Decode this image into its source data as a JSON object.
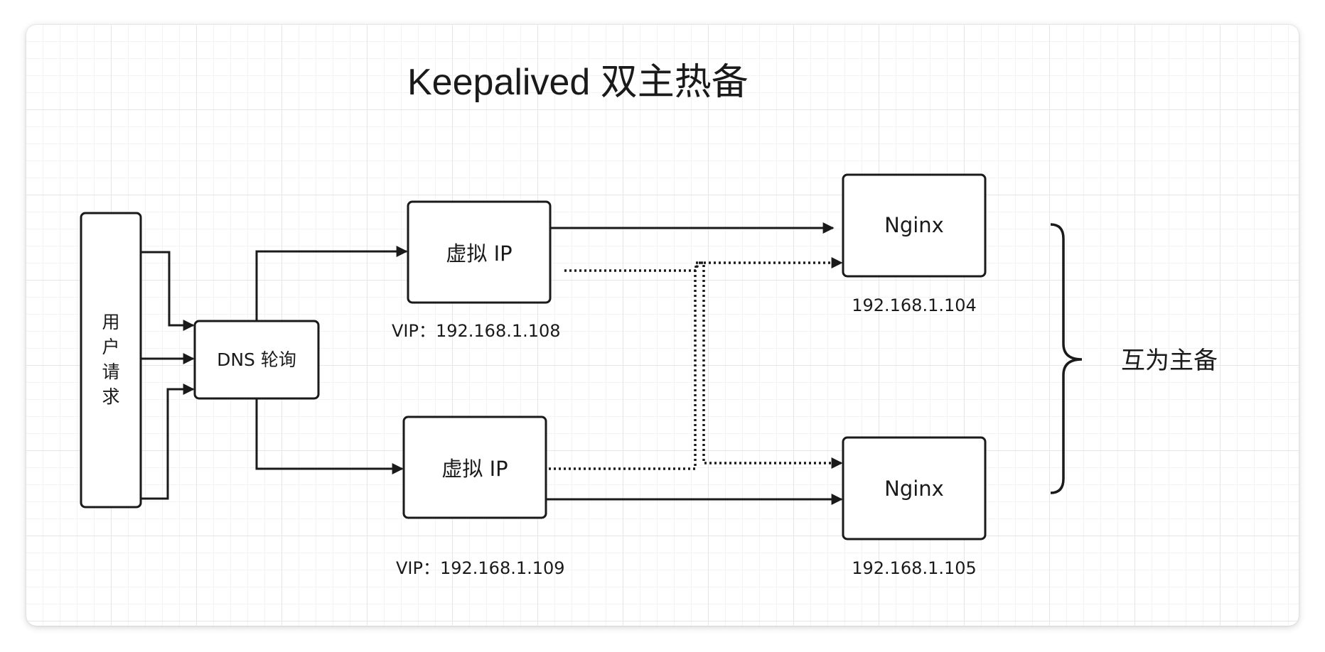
{
  "title": "Keepalived 双主热备",
  "nodes": {
    "user_request": [
      "用",
      "户",
      "请",
      "求"
    ],
    "dns": "DNS 轮询",
    "vip_top": "虚拟 IP",
    "vip_bottom": "虚拟 IP",
    "nginx_top": "Nginx",
    "nginx_bottom": "Nginx"
  },
  "labels": {
    "vip_top": "VIP：192.168.1.108",
    "vip_bottom": "VIP：192.168.1.109",
    "nginx_top_ip": "192.168.1.104",
    "nginx_bottom_ip": "192.168.1.105",
    "mutual_backup": "互为主备"
  },
  "colors": {
    "stroke": "#1a1a1a",
    "grid_major": "#e6e6e6",
    "grid_minor": "#f3f3f3"
  }
}
